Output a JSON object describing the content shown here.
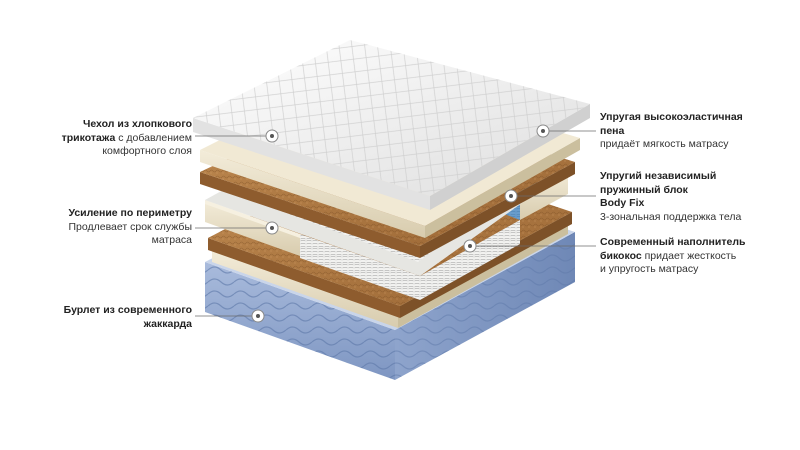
{
  "labels": {
    "cover": {
      "line1": "Чехол из хлопкового",
      "line2_bold": "трикотажа",
      "line2_rest": " с добавлением",
      "line3": "комфортного слоя"
    },
    "perimeter": {
      "title": "Усиление по периметру",
      "desc1": "Продлевает срок службы",
      "desc2": "матраса"
    },
    "burlet": {
      "line1": "Бурлет из современного",
      "line2": "жаккарда"
    },
    "foam": {
      "line1": "Упругая высокоэластичная",
      "line2": "пена",
      "desc": "придаёт мягкость матрасу"
    },
    "springs": {
      "line1": "Упругий независимый",
      "line2": "пружинный блок",
      "line3": "Body Fix",
      "desc": "3-зональная поддержка тела"
    },
    "filler": {
      "line1": "Современный наполнитель",
      "line2_bold": "бикокос",
      "line2_rest": " придает жесткость",
      "line3": "и упругость матрасу"
    }
  },
  "colors": {
    "cover": "#f4f4f4",
    "coir": "#b07a45",
    "foam": "#ece3cc",
    "jacquard": "#8fa7cf",
    "springs": "#f0f0ee",
    "zone": "#1f6fb8"
  }
}
